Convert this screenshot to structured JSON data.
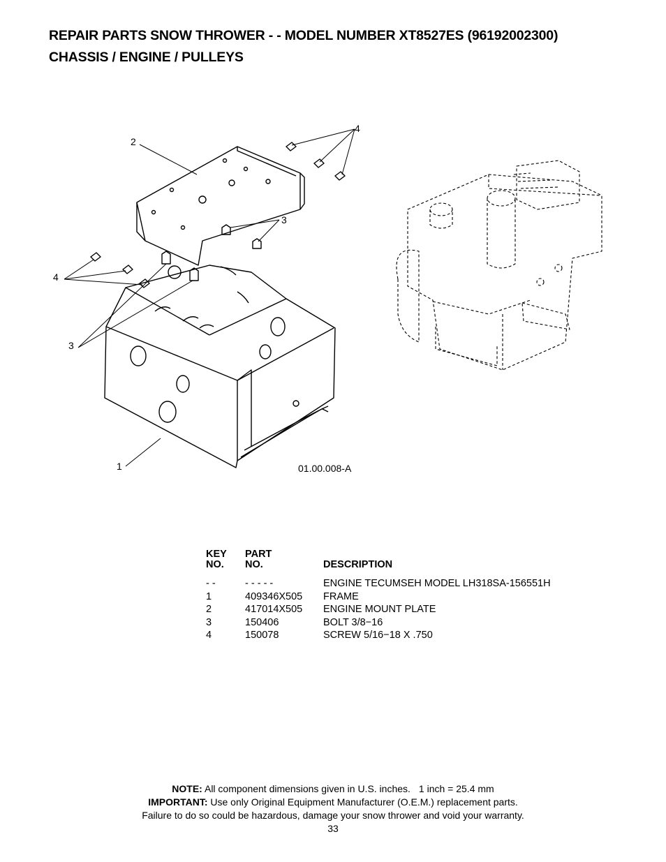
{
  "header": {
    "line1": "REPAIR PARTS  SNOW THROWER - - MODEL NUMBER  XT8527ES (96192002300)",
    "line2": "CHASSIS / ENGINE / PULLEYS"
  },
  "diagram": {
    "callouts": [
      "1",
      "2",
      "3",
      "3",
      "4",
      "4"
    ],
    "figure_ref": "01.00.008-A"
  },
  "parts_table": {
    "headers": {
      "key_top": "KEY",
      "key_bottom": "NO.",
      "part_top": "PART",
      "part_bottom": "NO.",
      "description": "DESCRIPTION"
    },
    "rows": [
      {
        "key": "- -",
        "part": "- - - - -",
        "description": "ENGINE TECUMSEH MODEL LH318SA-156551H"
      },
      {
        "key": "1",
        "part": "409346X505",
        "description": "FRAME"
      },
      {
        "key": "2",
        "part": "417014X505",
        "description": "ENGINE MOUNT PLATE"
      },
      {
        "key": "3",
        "part": "150406",
        "description": "BOLT 3/8−16"
      },
      {
        "key": "4",
        "part": "150078",
        "description": "SCREW 5/16−18 X .750"
      }
    ]
  },
  "footer": {
    "note_label": "NOTE:",
    "note_text": "All component dimensions given in U.S. inches.",
    "conversion": "1 inch = 25.4 mm",
    "important_label": "IMPORTANT:",
    "important_text": "Use only Original Equipment Manufacturer (O.E.M.) replacement parts.",
    "warning": "Failure to do so could be hazardous, damage your snow thrower and void your warranty.",
    "page_number": "33"
  }
}
